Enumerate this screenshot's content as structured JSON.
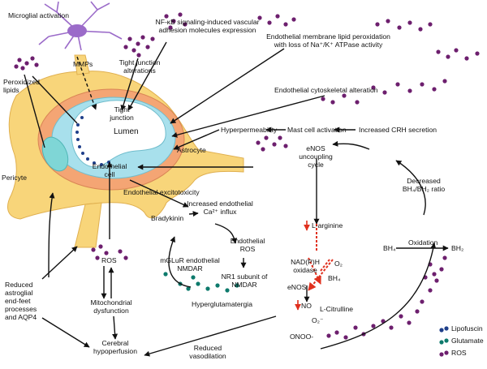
{
  "labels": {
    "microglial_activation": "Microglial activation",
    "mmps": "MMPs",
    "nfkb": "NF-κB signaling-induced vascular adhesion molecules expression",
    "endothelial_membrane": "Endothelial membrane lipid peroxidation with loss of Na⁺/K⁺ ATPase activity",
    "peroxidized_lipids": "Peroxidized lipids",
    "tight_junction_alterations": "Tight junction alterations",
    "tight_junction": "Tight junction",
    "endothelial_cytoskeletal": "Endothelial cytoskeletal alteration",
    "lumen": "Lumen",
    "pericyte": "Pericyte",
    "hyperpermeability": "Hyperpermeability",
    "mast_cell_activation": "Mast cell activation",
    "increased_crh": "Increased CRH secretion",
    "astrocyte": "Astrocyte",
    "endothelial_cell": "Endothelial cell",
    "enos_uncoupling": "eNOS uncoupling cycle",
    "endothelial_excitotoxicity": "Endothelial excitotoxicity",
    "decreased_bh4": "Decreased BH₄/BH₂ ratio",
    "bradykinin": "Bradykinin",
    "increased_ca": "Increased endothelial Ca²⁺ influx",
    "endothelial_ros": "Endothelial ROS",
    "l_arginine": "L-arginine",
    "oxidation": "Oxidation",
    "bh4": "BH₄",
    "bh2": "BH₂",
    "ros": "ROS",
    "mglur": "mGLuR endothelial NMDAR",
    "nr1": "NR1 subunit of NMDAR",
    "nadph": "NAD(P)H oxidase",
    "o2_top": "O₂",
    "bh4_small": "BH₄",
    "enos": "eNOS",
    "mitochondrial": "Mitochondrial dysfunction",
    "hyperglutamatergia": "Hyperglutamatergia",
    "l_citrulline": "L-Citrulline",
    "no": "NO",
    "o2_bottom": "O₂⁻",
    "onoo": "ONOO-",
    "reduced_astroglial": "Reduced astroglial end-feet processes and AQP4",
    "cerebral_hypoperfusion": "Cerebral hypoperfusion",
    "reduced_vasodilation": "Reduced vasodilation"
  },
  "legend": [
    {
      "label": "Lipofuscin",
      "color": "#1f3f8a"
    },
    {
      "label": "Glutamate",
      "color": "#0d7a6c"
    },
    {
      "label": "ROS",
      "color": "#6d1f6e"
    }
  ],
  "colors": {
    "astrocyte": "#f8d57a",
    "astrocyte_stroke": "#e0b050",
    "vessel_outer": "#f4a574",
    "endothelium": "#a8e0ec",
    "pericyte": "#7fd6d6",
    "ros": "#6d1f6e",
    "glutamate": "#0d7a6c",
    "lipofuscin": "#1f3f8a",
    "red_arrow": "#e0301e",
    "microglia": "#9b6bc9"
  }
}
